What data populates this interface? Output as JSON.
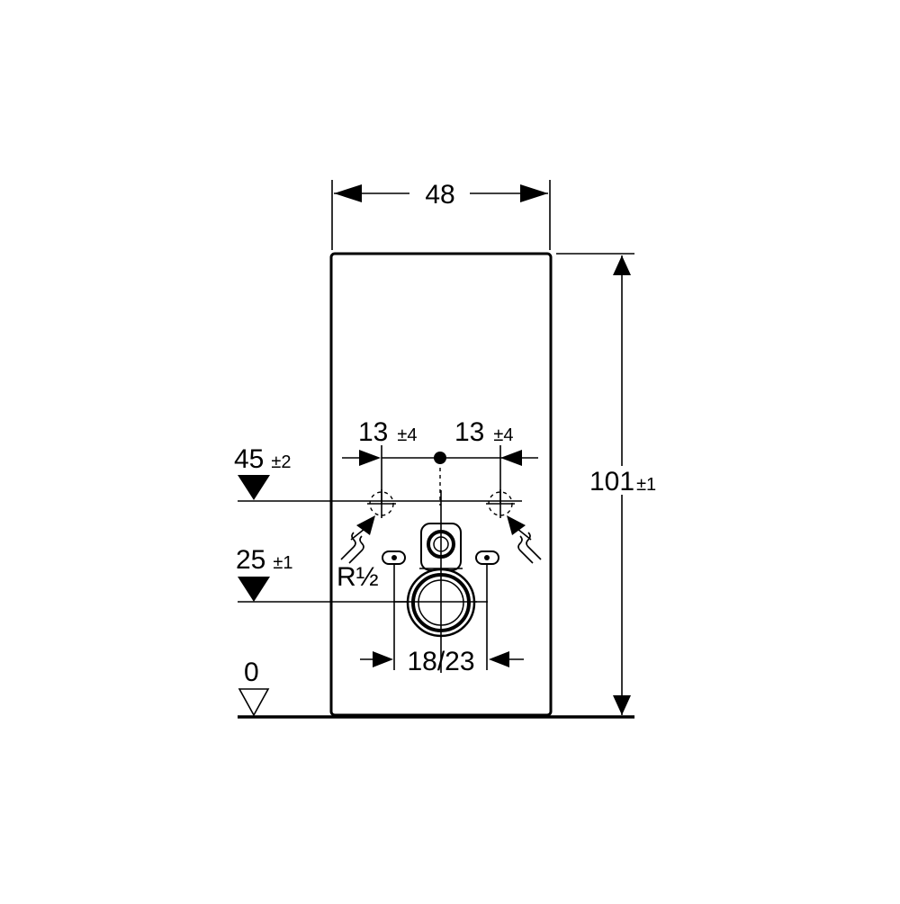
{
  "dimensions": {
    "width": {
      "value": "48"
    },
    "height": {
      "value": "101",
      "tol": "±1"
    },
    "left_offset": {
      "value": "13",
      "tol": "±4"
    },
    "right_offset": {
      "value": "13",
      "tol": "±4"
    },
    "level_45": {
      "value": "45",
      "tol": "±2"
    },
    "level_25": {
      "value": "25",
      "tol": "±1"
    },
    "floor_level": {
      "value": "0"
    },
    "thread": {
      "label": "R",
      "fraction": "½"
    },
    "bolt_spacing": {
      "value": "18/23"
    }
  },
  "colors": {
    "ink": "#000000",
    "background": "#ffffff"
  }
}
